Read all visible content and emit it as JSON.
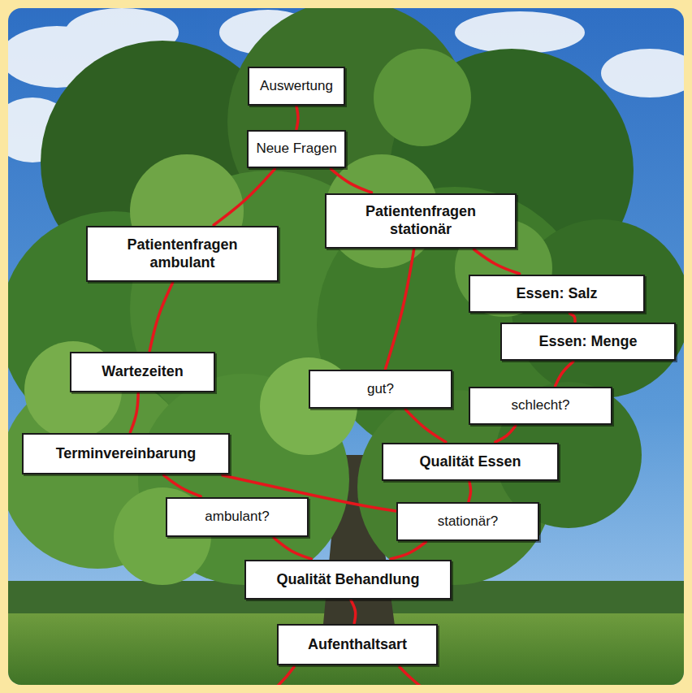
{
  "diagram": {
    "nodes": [
      {
        "text": [
          "Auswertung"
        ]
      },
      {
        "text": [
          "Neue Fragen"
        ]
      },
      {
        "text": [
          "Patientenfragen stationär"
        ]
      },
      {
        "text": [
          "Patientenfragen ambulant"
        ]
      },
      {
        "text": [
          "Essen: Salz"
        ]
      },
      {
        "text": [
          "Essen: Menge"
        ]
      },
      {
        "text": [
          "Wartezeiten"
        ]
      },
      {
        "text": [
          "gut?"
        ]
      },
      {
        "text": [
          "schlecht?"
        ]
      },
      {
        "text": [
          "Terminvereinbarung"
        ]
      },
      {
        "text": [
          "Qualität Essen"
        ]
      },
      {
        "text": [
          "ambulant?"
        ]
      },
      {
        "text": [
          "stationär?"
        ]
      },
      {
        "text": [
          "Qualität Behandlung"
        ]
      },
      {
        "text": [
          "Aufenthaltsart"
        ]
      }
    ],
    "edges": [
      {
        "from": 14,
        "to": 13,
        "arrow": "none"
      },
      {
        "from": 13,
        "to": 11,
        "arrow": "none"
      },
      {
        "from": 13,
        "to": 12,
        "arrow": "none"
      },
      {
        "from": 11,
        "to": 9,
        "arrow": "none"
      },
      {
        "from": 9,
        "to": 12,
        "arrow": "none"
      },
      {
        "from": 9,
        "to": 6,
        "arrow": "none"
      },
      {
        "from": 6,
        "to": 3,
        "arrow": "none"
      },
      {
        "from": 3,
        "to": 1,
        "arrow": "none"
      },
      {
        "from": 12,
        "to": 10,
        "arrow": "none"
      },
      {
        "from": 10,
        "to": 7,
        "arrow": "none"
      },
      {
        "from": 10,
        "to": 8,
        "arrow": "none"
      },
      {
        "from": 8,
        "to": 5,
        "arrow": "none"
      },
      {
        "from": 5,
        "to": 4,
        "arrow": "none"
      },
      {
        "from": 4,
        "to": 2,
        "arrow": "none"
      },
      {
        "from": 7,
        "to": 2,
        "arrow": "none"
      },
      {
        "from": 2,
        "to": 1,
        "arrow": "none"
      },
      {
        "from": 1,
        "to": 0,
        "arrow": "none"
      }
    ]
  }
}
